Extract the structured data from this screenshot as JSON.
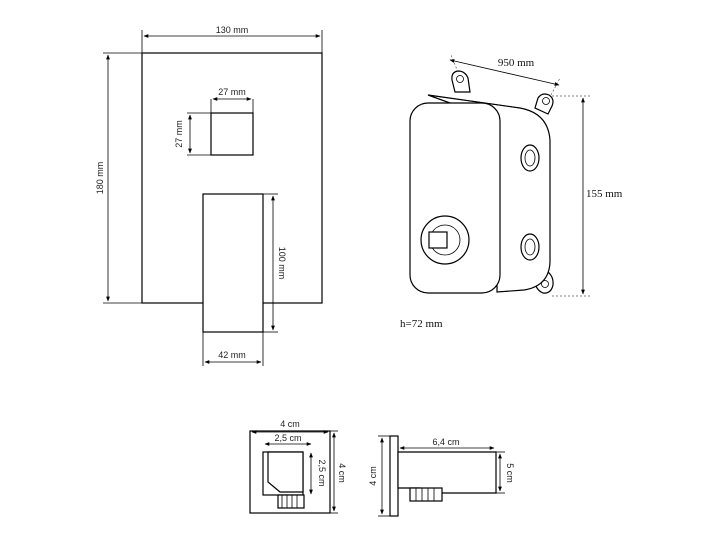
{
  "front_view": {
    "width_label": "130 mm",
    "height_label": "180 mm",
    "knob_width_label": "27 mm",
    "knob_height_label": "27 mm",
    "lever_length_label": "100 mm",
    "lever_width_label": "42 mm"
  },
  "box_view": {
    "depth_label": "950 mm",
    "height_label": "155 mm",
    "h_label": "h=72 mm"
  },
  "outlet_front": {
    "width_label": "4 cm",
    "inner_width_label": "2,5 cm",
    "inner_height_label": "2,5 cm",
    "height_label": "4 cm"
  },
  "outlet_side": {
    "height_label": "4 cm",
    "length_label": "6,4 cm",
    "depth_label": "5 cm"
  }
}
